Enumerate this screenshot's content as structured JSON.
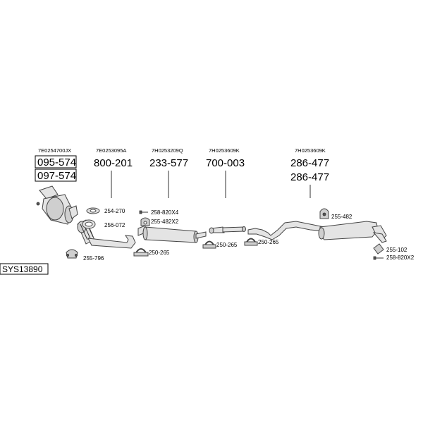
{
  "system_code": "SYS13890",
  "groups": [
    {
      "oem": "7E0254700JX",
      "part_numbers": [
        "095-574",
        "097-574"
      ]
    },
    {
      "oem": "7E0253095A",
      "part_numbers": [
        "800-201"
      ]
    },
    {
      "oem": "7H0253209Q",
      "part_numbers": [
        "233-577"
      ]
    },
    {
      "oem": "7H0253609K",
      "part_numbers": [
        "700-003"
      ]
    },
    {
      "oem": "7H0253609K",
      "part_numbers": [
        "286-477",
        "286-477"
      ]
    }
  ],
  "accessories": [
    "254-270",
    "256-072",
    "255-796",
    "258-820X4",
    "255-482X2",
    "250-265",
    "250-265",
    "250-265",
    "255-482",
    "255-102",
    "258-820X2"
  ]
}
